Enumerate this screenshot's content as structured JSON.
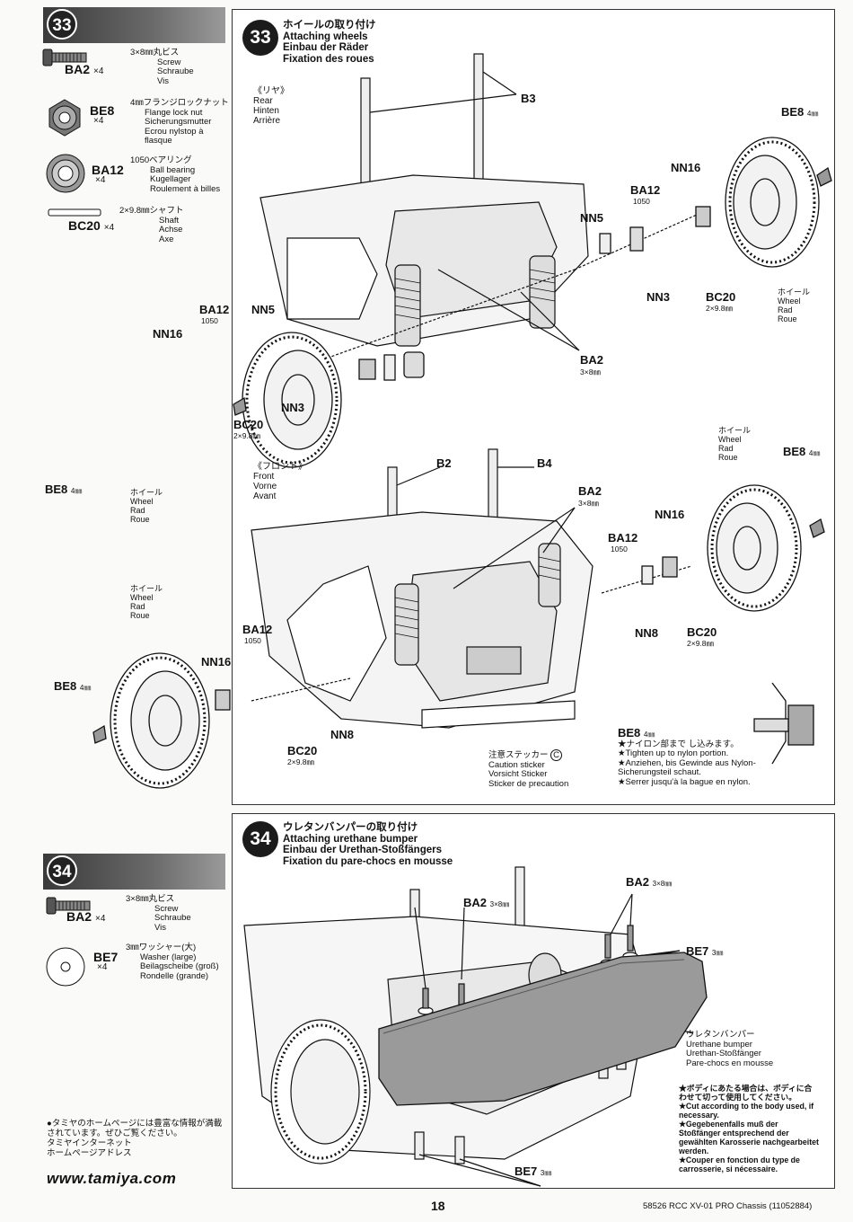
{
  "step33": {
    "number": "33",
    "title_ja": "ホイールの取り付け",
    "title_en": "Attaching wheels",
    "title_de": "Einbau der Räder",
    "title_fr": "Fixation des roues",
    "parts": [
      {
        "code": "BA2",
        "qty": "×4",
        "ja": "3×8㎜丸ビス",
        "en": "Screw",
        "de": "Schraube",
        "fr": "Vis"
      },
      {
        "code": "BE8",
        "qty": "×4",
        "ja": "4㎜フランジロックナット",
        "en": "Flange lock nut",
        "de": "Sicherungsmutter",
        "fr": "Ecrou nylstop à flasque"
      },
      {
        "code": "BA12",
        "qty": "×4",
        "ja": "1050ベアリング",
        "en": "Ball bearing",
        "de": "Kugellager",
        "fr": "Roulement à billes"
      },
      {
        "code": "BC20",
        "qty": "×4",
        "ja": "2×9.8㎜シャフト",
        "en": "Shaft",
        "de": "Achse",
        "fr": "Axe"
      }
    ],
    "rear": {
      "ja": "《リヤ》",
      "en": "Rear",
      "de": "Hinten",
      "fr": "Arrière"
    },
    "front": {
      "ja": "《フロント》",
      "en": "Front",
      "de": "Vorne",
      "fr": "Avant"
    },
    "wheel": {
      "ja": "ホイール",
      "en": "Wheel",
      "de": "Rad",
      "fr": "Roue"
    },
    "labels": {
      "b3": "B3",
      "b2": "B2",
      "b4": "B4",
      "be8": "BE8",
      "be8_size": "4㎜",
      "nn16": "NN16",
      "nn5": "NN5",
      "nn3": "NN3",
      "nn8": "NN8",
      "ba12": "BA12",
      "ba12_size": "1050",
      "bc20": "BC20",
      "bc20_size": "2×9.8㎜",
      "ba2": "BA2",
      "ba2_size": "3×8㎜"
    },
    "caution": {
      "ja": "注意ステッカー",
      "mark": "C",
      "en": "Caution sticker",
      "de": "Vorsicht Sticker",
      "fr": "Sticker de precaution"
    },
    "be8_note": {
      "code": "BE8",
      "size": "4㎜",
      "lines": [
        "★ナイロン部まで し込みます。",
        "★Tighten up to nylon portion.",
        "★Anziehen, bis Gewinde aus Nylon-Sicherungsteil schaut.",
        "★Serrer jusqu'à la bague en nylon."
      ]
    }
  },
  "step34": {
    "number": "34",
    "title_ja": "ウレタンバンパーの取り付け",
    "title_en": "Attaching urethane bumper",
    "title_de": "Einbau der Urethan-Stoßfängers",
    "title_fr": "Fixation du pare-chocs en mousse",
    "parts": [
      {
        "code": "BA2",
        "qty": "×4",
        "ja": "3×8㎜丸ビス",
        "en": "Screw",
        "de": "Schraube",
        "fr": "Vis"
      },
      {
        "code": "BE7",
        "qty": "×4",
        "ja": "3㎜ワッシャー(大)",
        "en": "Washer (large)",
        "de": "Beilagscheibe (groß)",
        "fr": "Rondelle (grande)"
      }
    ],
    "labels": {
      "ba2": "BA2",
      "ba2_size": "3×8㎜",
      "be7": "BE7",
      "be7_size": "3㎜"
    },
    "bumper": {
      "ja": "ウレタンバンパー",
      "en": "Urethane bumper",
      "de": "Urethan-Stoßfänger",
      "fr": "Pare-chocs en mousse"
    },
    "cut_note": [
      "★ボディにあたる場合は、ボディに合わせて切って使用してください。",
      "★Cut according to the body used, if necessary.",
      "★Gegebenenfalls muß der Stoßfänger entsprechend der gewählten Karosserie nachgearbeitet werden.",
      "★Couper en fonction du type de carrosserie, si nécessaire."
    ]
  },
  "footer": {
    "homepage_note": "●タミヤのホームページには豊富な情報が満載されています。ぜひご覧ください。",
    "internet_ja": "タミヤインターネット",
    "homepage_ja": "ホームページアドレス",
    "url": "www.tamiya.com",
    "page": "18",
    "product": "58526 RCC XV-01 PRO Chassis (11052884)"
  }
}
